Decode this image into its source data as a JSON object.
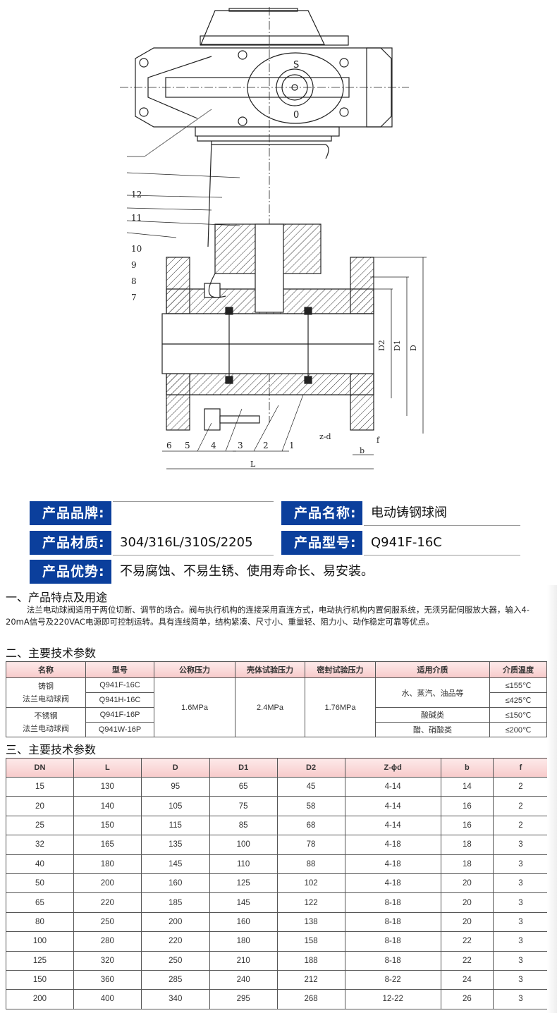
{
  "drawing": {
    "dial_labels": [
      "S",
      "0"
    ],
    "part_numbers": [
      "12",
      "11",
      "10",
      "9",
      "8",
      "7",
      "6",
      "5",
      "4",
      "3",
      "2",
      "1"
    ],
    "dimension_labels": [
      "D2",
      "D1",
      "D",
      "z-d",
      "f",
      "b",
      "L"
    ]
  },
  "info": {
    "brand_label": "产品品牌:",
    "brand_value": "",
    "name_label": "产品名称:",
    "name_value": "电动铸钢球阀",
    "material_label": "产品材质:",
    "material_value": "304/316L/310S/2205",
    "model_label": "产品型号:",
    "model_value": "Q941F-16C",
    "advantage_label": "产品优势:",
    "advantage_value": "不易腐蚀、不易生锈、使用寿命长、易安装。"
  },
  "section1": {
    "title": "一、产品特点及用途",
    "text": "法兰电动球阀适用于两位切断、调节的场合。阀与执行机构的连接采用直连方式，电动执行机构内置伺服系统，无须另配伺服放大器，输入4-20mA信号及220VAC电源即可控制运转。具有连线简单，结构紧凑、尺寸小、重量轻、阻力小、动作稳定可靠等优点。"
  },
  "section2": {
    "title": "二、主要技术参数",
    "headers": [
      "名称",
      "型号",
      "公称压力",
      "壳体试验压力",
      "密封试验压力",
      "适用介质",
      "介质温度"
    ],
    "names": [
      "铸钢\n法兰电动球阀",
      "不锈钢\n法兰电动球阀"
    ],
    "models": [
      "Q941F-16C",
      "Q941H-16C",
      "Q941F-16P",
      "Q941W-16P"
    ],
    "nominal_pressure": "1.6MPa",
    "shell_test_pressure": "2.4MPa",
    "seal_test_pressure": "1.76MPa",
    "media": [
      "水、蒸汽、油品等",
      "酸碱类",
      "醋、硝酸类"
    ],
    "temps": [
      "≤155℃",
      "≤425℃",
      "≤150℃",
      "≤200℃"
    ]
  },
  "section3": {
    "title": "三、主要技术参数",
    "headers": [
      "DN",
      "L",
      "D",
      "D1",
      "D2",
      "Z-ϕd",
      "b",
      "f"
    ],
    "rows": [
      [
        "15",
        "130",
        "95",
        "65",
        "45",
        "4-14",
        "14",
        "2"
      ],
      [
        "20",
        "140",
        "105",
        "75",
        "58",
        "4-14",
        "16",
        "2"
      ],
      [
        "25",
        "150",
        "115",
        "85",
        "68",
        "4-14",
        "16",
        "2"
      ],
      [
        "32",
        "165",
        "135",
        "100",
        "78",
        "4-18",
        "18",
        "3"
      ],
      [
        "40",
        "180",
        "145",
        "110",
        "88",
        "4-18",
        "18",
        "3"
      ],
      [
        "50",
        "200",
        "160",
        "125",
        "102",
        "4-18",
        "20",
        "3"
      ],
      [
        "65",
        "220",
        "185",
        "145",
        "122",
        "8-18",
        "20",
        "3"
      ],
      [
        "80",
        "250",
        "200",
        "160",
        "138",
        "8-18",
        "20",
        "3"
      ],
      [
        "100",
        "280",
        "220",
        "180",
        "158",
        "8-18",
        "22",
        "3"
      ],
      [
        "125",
        "320",
        "250",
        "210",
        "188",
        "8-18",
        "22",
        "3"
      ],
      [
        "150",
        "360",
        "285",
        "240",
        "212",
        "8-22",
        "24",
        "3"
      ],
      [
        "200",
        "400",
        "340",
        "295",
        "268",
        "12-22",
        "26",
        "3"
      ]
    ]
  }
}
